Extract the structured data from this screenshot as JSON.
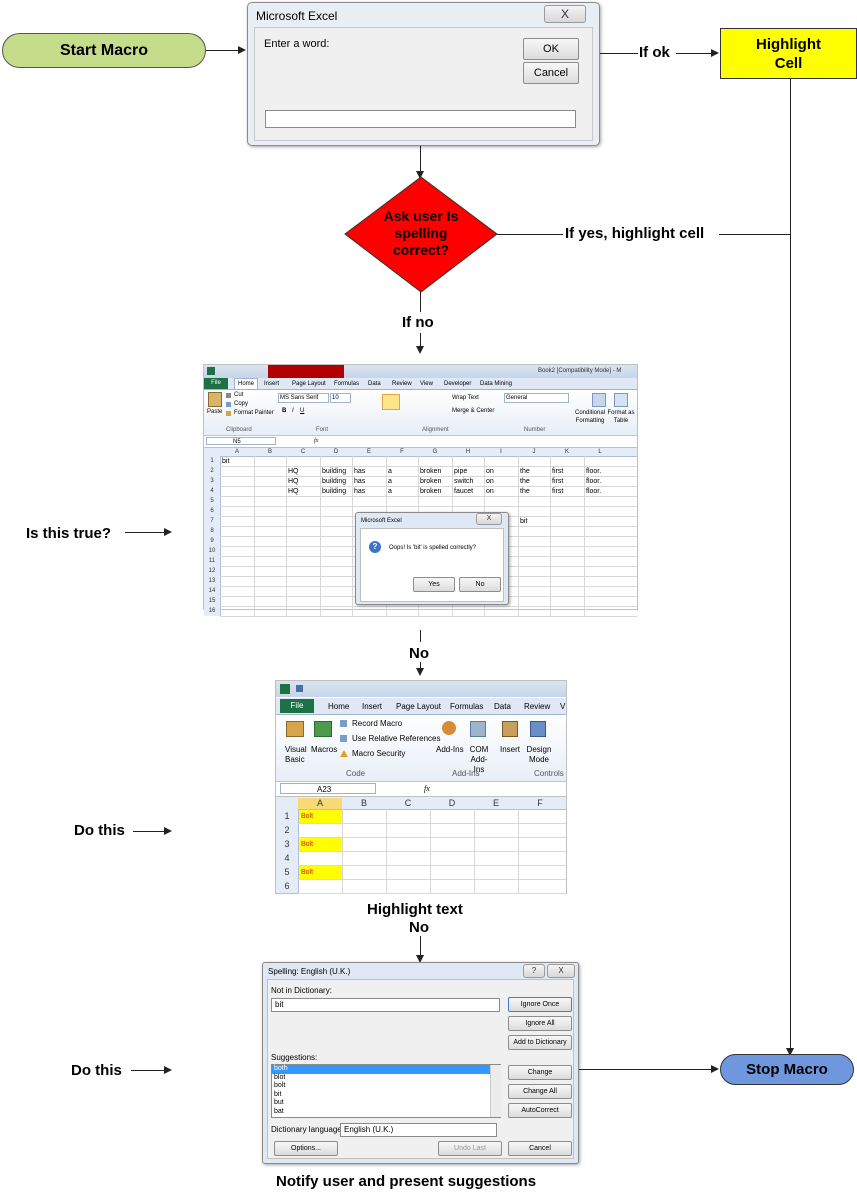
{
  "nodes": {
    "start": "Start Macro",
    "highlight": "Highlight Cell",
    "decision": "Ask user Is spelling correct?",
    "stop": "Stop Macro"
  },
  "edges": {
    "if_ok": "If ok",
    "if_yes": "If yes, highlight cell",
    "if_no": "If no",
    "no1": "No",
    "no2": "No"
  },
  "side_labels": {
    "is_true": "Is this true?",
    "do_this_1": "Do this",
    "do_this_2": "Do this"
  },
  "captions": {
    "highlight_text": "Highlight text",
    "notify": "Notify user and present suggestions"
  },
  "colors": {
    "start_fill": "#c5dc8a",
    "highlight_fill": "#ffff00",
    "decision_fill": "#ff0000",
    "stop_fill": "#6f97dd"
  },
  "input_dialog": {
    "title": "Microsoft Excel",
    "prompt": "Enter a word:",
    "ok": "OK",
    "cancel": "Cancel",
    "close": "X"
  },
  "excel1": {
    "title_bar": "Book2 [Compatibility Mode] - M",
    "tabs": [
      "File",
      "Home",
      "Insert",
      "Page Layout",
      "Formulas",
      "Data",
      "Review",
      "View",
      "Developer",
      "Data Mining"
    ],
    "clipboard": {
      "paste": "Paste",
      "cut": "Cut",
      "copy": "Copy",
      "format_painter": "Format Painter",
      "group": "Clipboard"
    },
    "font": {
      "name": "MS Sans Serif",
      "size": "10",
      "group": "Font"
    },
    "alignment": {
      "wrap": "Wrap Text",
      "merge": "Merge & Center",
      "group": "Alignment"
    },
    "number": {
      "format": "General",
      "group": "Number"
    },
    "styles": {
      "conditional": "Conditional Formatting",
      "format_as": "Format as Table"
    },
    "name_box": "N5",
    "fx": "fx",
    "columns": [
      "A",
      "B",
      "C",
      "D",
      "E",
      "F",
      "G",
      "H",
      "I",
      "J",
      "K",
      "L"
    ],
    "rows": [
      "1",
      "2",
      "3",
      "4",
      "5",
      "6",
      "7",
      "8",
      "9",
      "10",
      "11",
      "12",
      "13",
      "14",
      "15",
      "16"
    ],
    "a1": "bit",
    "row2": [
      "HQ",
      "building",
      "has",
      "a",
      "broken",
      "pipe",
      "on",
      "the",
      "first",
      "floor."
    ],
    "row3": [
      "HQ",
      "building",
      "has",
      "a",
      "broken",
      "switch",
      "on",
      "the",
      "first",
      "floor."
    ],
    "row4": [
      "HQ",
      "building",
      "has",
      "a",
      "broken",
      "faucet",
      "on",
      "the",
      "first",
      "floor."
    ],
    "j7": "bit",
    "msg": {
      "title": "Microsoft Excel",
      "text": "Oops! Is 'bit' is spelled correctly?",
      "yes": "Yes",
      "no": "No",
      "close": "X"
    }
  },
  "excel2": {
    "tabs": [
      "File",
      "Home",
      "Insert",
      "Page Layout",
      "Formulas",
      "Data",
      "Review",
      "V"
    ],
    "code": {
      "vb": "Visual Basic",
      "macros": "Macros",
      "record": "Record Macro",
      "relative": "Use Relative References",
      "security": "Macro Security",
      "group": "Code"
    },
    "addins": {
      "addins": "Add-Ins",
      "com": "COM Add-Ins",
      "group": "Add-Ins"
    },
    "controls": {
      "insert": "Insert",
      "design": "Design Mode",
      "group": "Controls"
    },
    "name_box": "A23",
    "fx": "fx",
    "columns": [
      "A",
      "B",
      "C",
      "D",
      "E",
      "F"
    ],
    "rows": [
      "1",
      "2",
      "3",
      "4",
      "5",
      "6"
    ],
    "a1": "Bolt",
    "a3": "Bolt",
    "a5": "Bolt"
  },
  "spelling": {
    "title": "Spelling: English (U.K.)",
    "help": "?",
    "close": "X",
    "not_in_dict": "Not in Dictionary:",
    "word": "bit",
    "ignore_once": "Ignore Once",
    "ignore_all": "Ignore All",
    "add_dict": "Add to Dictionary",
    "suggestions_label": "Suggestions:",
    "suggestions": [
      "both",
      "blot",
      "bolt",
      "bit",
      "but",
      "bat"
    ],
    "change": "Change",
    "change_all": "Change All",
    "autocorrect": "AutoCorrect",
    "dict_lang_label": "Dictionary language:",
    "dict_lang": "English (U.K.)",
    "options": "Options...",
    "undo": "Undo Last",
    "cancel": "Cancel"
  }
}
